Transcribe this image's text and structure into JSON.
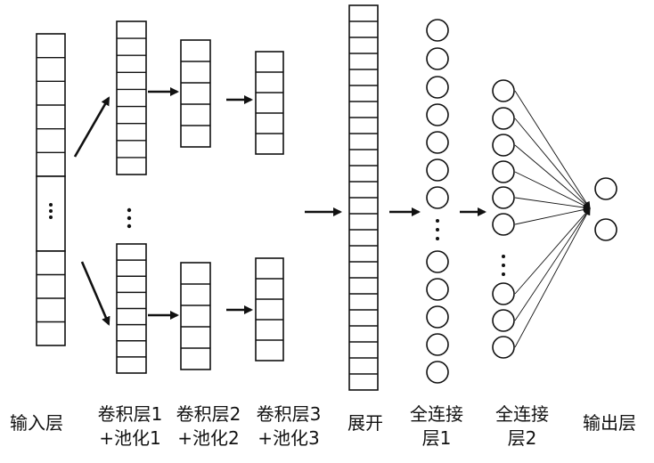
{
  "diagram": {
    "title": "",
    "labels": {
      "input": "输入层",
      "conv1_line1": "卷积层1",
      "conv1_line2": "+池化1",
      "conv2_line1": "卷积层2",
      "conv2_line2": "+池化2",
      "conv3_line1": "卷积层3",
      "conv3_line2": "+池化3",
      "flatten": "展开",
      "fc1_line1": "全连接",
      "fc1_line2": "层1",
      "fc2_line1": "全连接",
      "fc2_line2": "层2",
      "output": "输出层"
    },
    "colors": {
      "stroke": "#111111",
      "background": "#ffffff"
    }
  }
}
